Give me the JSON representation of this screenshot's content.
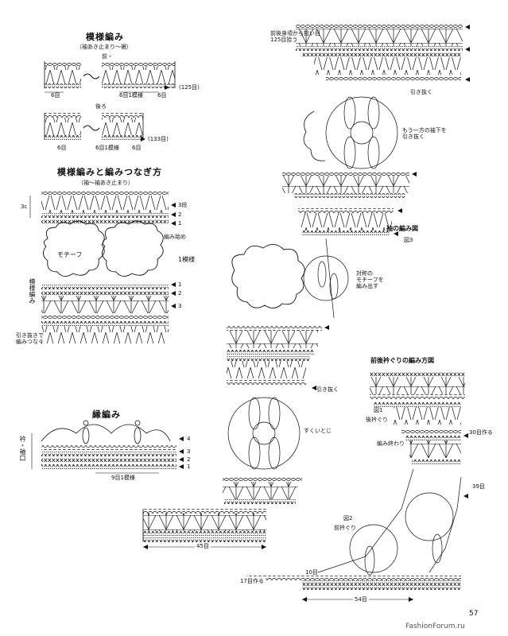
{
  "section_pattern": {
    "title": "模様編み",
    "subtitle": "（袖あき止まり〜裾）",
    "label_front": "前・",
    "label_back": "後ろ",
    "front_row": "(125目)",
    "back_row": "(133目)",
    "left_st": "6目",
    "repeat": "6目1模様",
    "right_st": "6目"
  },
  "section_join": {
    "title": "模様編みと編みつなぎ方",
    "subtitle": "（袖〜袖あき止まり）",
    "cm": "3c",
    "row3": "3段",
    "row2": "2",
    "row1": "1",
    "start": "編み始め",
    "motif": "モチーフ",
    "pattern_one": "1模様",
    "v_label": "模様編み",
    "r1": "1",
    "r2": "2",
    "r3": "3",
    "pull_join": "引き抜きで編みつなぐ"
  },
  "section_edge": {
    "title": "縁編み",
    "v_label": "衿・袖口",
    "r4": "4",
    "r3": "3",
    "r2": "2",
    "r1": "1",
    "repeat": "9目1模様"
  },
  "section_sleeve": {
    "top_note": "前後身頃から拾い目\n125目拾う",
    "pull": "引き抜く",
    "other_note": "もう一方の袖下を\n引き抜く",
    "title": "袖の編み図",
    "fig": "図3",
    "sym_note": "対称の\nモチーフを\n編み出す",
    "pull2": "引き抜く",
    "slip": "すくいとじ",
    "count45": "45目"
  },
  "section_neck": {
    "title": "前後衿ぐりの編み方図",
    "fig1": "図1",
    "back": "後衿ぐり",
    "end": "編み終わり",
    "make30": "30目作る",
    "c39": "39目",
    "fig2": "図2",
    "front": "前衿ぐり",
    "c10": "10目",
    "make17": "17目作る",
    "c54": "54目"
  },
  "page_number": "57",
  "watermark": "FashionForum.ru"
}
